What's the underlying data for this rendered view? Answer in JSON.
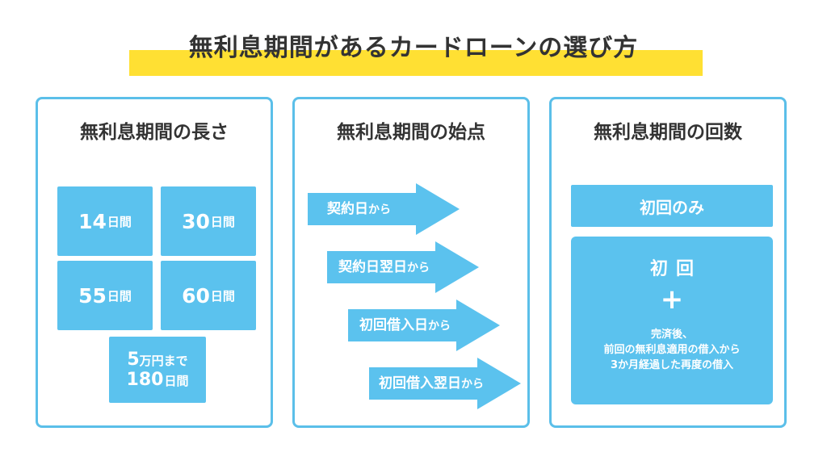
{
  "title": "無利息期間があるカードローンの選び方",
  "colors": {
    "accent": "#5bc2ee",
    "border": "#5bbfe9",
    "highlight": "#ffe033",
    "text": "#333333"
  },
  "panels": [
    {
      "title": "無利息期間の長さ",
      "boxes": [
        {
          "num": "14",
          "unit": "日間"
        },
        {
          "num": "30",
          "unit": "日間"
        },
        {
          "num": "55",
          "unit": "日間"
        },
        {
          "num": "60",
          "unit": "日間"
        }
      ],
      "special": {
        "num": "5",
        "line1_rest": "万円まで",
        "line2_num": "180",
        "line2_unit": "日間"
      }
    },
    {
      "title": "無利息期間の始点",
      "arrows": [
        {
          "main": "契約日",
          "small": "から"
        },
        {
          "main": "契約日翌日",
          "small": "から"
        },
        {
          "main": "初回借入日",
          "small": "から"
        },
        {
          "main": "初回借入翌日",
          "small": "から"
        }
      ]
    },
    {
      "title": "無利息期間の回数",
      "once": "初回のみ",
      "first": "初回",
      "plus": "+",
      "desc": [
        "完済後、",
        "前回の無利息適用の借入から",
        "3か月経過した再度の借入"
      ]
    }
  ]
}
